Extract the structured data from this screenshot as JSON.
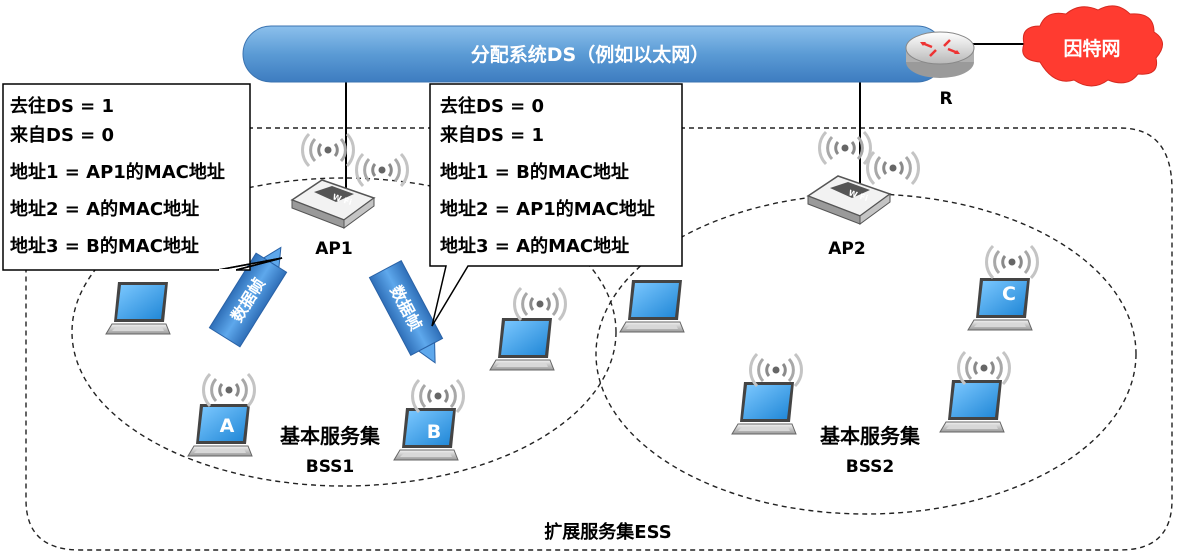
{
  "ds_bar": {
    "label": "分配系统DS（例如以太网）"
  },
  "internet": {
    "label": "因特网"
  },
  "router": {
    "label": "R"
  },
  "ap1": {
    "label": "AP1"
  },
  "ap2": {
    "label": "AP2"
  },
  "bss1": {
    "title": "基本服务集",
    "subtitle": "BSS1"
  },
  "bss2": {
    "title": "基本服务集",
    "subtitle": "BSS2"
  },
  "ess": {
    "label": "扩展服务集ESS"
  },
  "frame_left": {
    "label": "数据帧"
  },
  "frame_right": {
    "label": "数据帧"
  },
  "callout_left": {
    "lines": [
      "去往DS = 1",
      "来自DS = 0",
      "地址1 = AP1的MAC地址",
      "地址2 = A的MAC地址",
      "地址3 = B的MAC地址"
    ]
  },
  "callout_right": {
    "lines": [
      "去往DS = 0",
      "来自DS = 1",
      "地址1 = B的MAC地址",
      "地址2 = AP1的MAC地址",
      "地址3 = A的MAC地址"
    ]
  },
  "stations": {
    "a": "A",
    "b": "B",
    "c": "C"
  },
  "colors": {
    "ds_bar": "#5b9bd5",
    "cloud": "#ff3b30",
    "laptop_screen": "#3fa9f5",
    "arrow": "#4a90d9"
  }
}
